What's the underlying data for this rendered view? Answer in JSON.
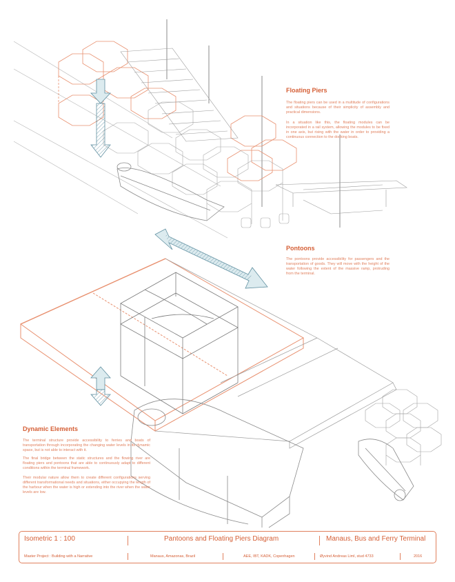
{
  "sections": [
    {
      "id": "floating-piers",
      "title": "Floating Piers",
      "paragraphs": [
        "The floating piers can be used in a multitude of configurations and situations because of their simplicity of assembly and practical dimensions.",
        "In a situation like this, the floating modules can be incorporated in a rail system, allowing the modules to be fixed in one axis, but rising with the water in order to providing a continuous connection to the docking boats."
      ]
    },
    {
      "id": "pontoons",
      "title": "Pontoons",
      "paragraphs": [
        "The pontoons provide accessibility for passengers and the transportation of goods. They will move with the height of the water following the extent of the massive ramp, protruding from the terminal."
      ]
    },
    {
      "id": "dynamic-elements",
      "title": "Dynamic Elements",
      "paragraphs": [
        "The terminal structure provide accessibility to ferries and boats of transportation through incorporating the changing water levels in its dynamic space, but is not able to interact with it.",
        "The final bridge between the static structures and the flowing river are floating piers and pontoons that are able to continuously adapt to different conditions within the terminal framework.",
        "Their modular nature allow them to create different configurations serving different transformational needs and situations, either occupying the length of the harbour when the water is high or extending into the river when the water levels are low."
      ]
    }
  ],
  "title_block": {
    "scale": "Isometric 1 : 100",
    "drawing_title": "Pantoons and Floating Piers Diagram",
    "project": "Manaus, Bus and Ferry Terminal",
    "master_project": "Master Project :  Building with a Narrative",
    "location": "Manaus, Amazonas, Brazil",
    "school": "AEE, IBT, KADK, Copenhagen",
    "author": "Øyvind Andreas Liml, stud 4733",
    "year": "2016"
  },
  "colors": {
    "accent": "#d55f36",
    "highlight_line": "#e8906f",
    "structure_line": "#9a9a9a",
    "arrow_fill": "#dcebef",
    "arrow_stroke": "#5f8fa0"
  }
}
